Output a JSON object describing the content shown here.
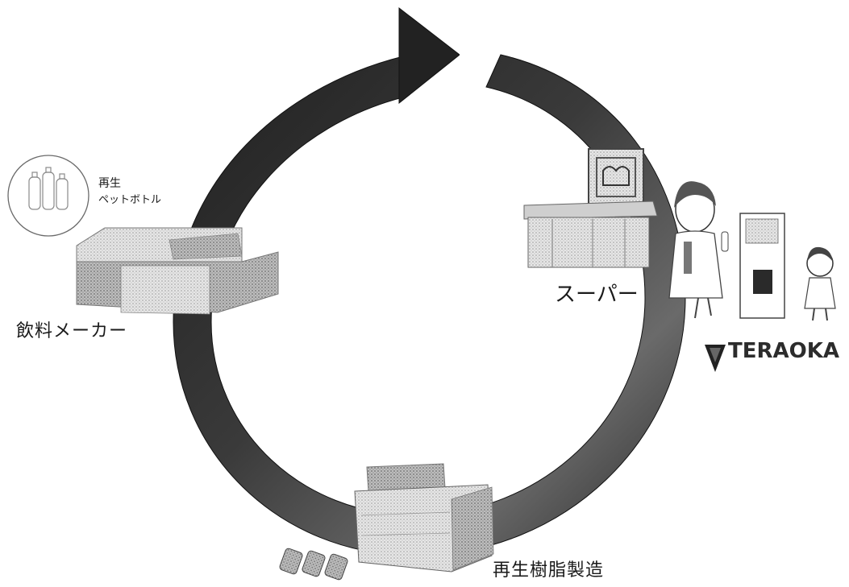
{
  "labels": {
    "beverage_maker": "飲料メーカー",
    "supermarket": "スーパー",
    "resin_manufacturing": "再生樹脂製造",
    "recycled_line1": "再生",
    "recycled_line2": "ペットボトル"
  },
  "logo": {
    "text": "TERAOKA"
  },
  "icons": {
    "cycle_arrow": "circular-arrow-icon",
    "bottle": "pet-bottle-icon",
    "factory": "beverage-factory-icon",
    "store": "supermarket-counter-icon",
    "collector": "bottle-collection-machine-icon",
    "plant": "resin-plant-icon",
    "pellets": "resin-pellet-icon"
  },
  "colors": {
    "arrow": "#2b2b2b",
    "arrow_highlight": "#8a8a8a",
    "line_art": "#555555",
    "building": "#cfcfcf"
  }
}
